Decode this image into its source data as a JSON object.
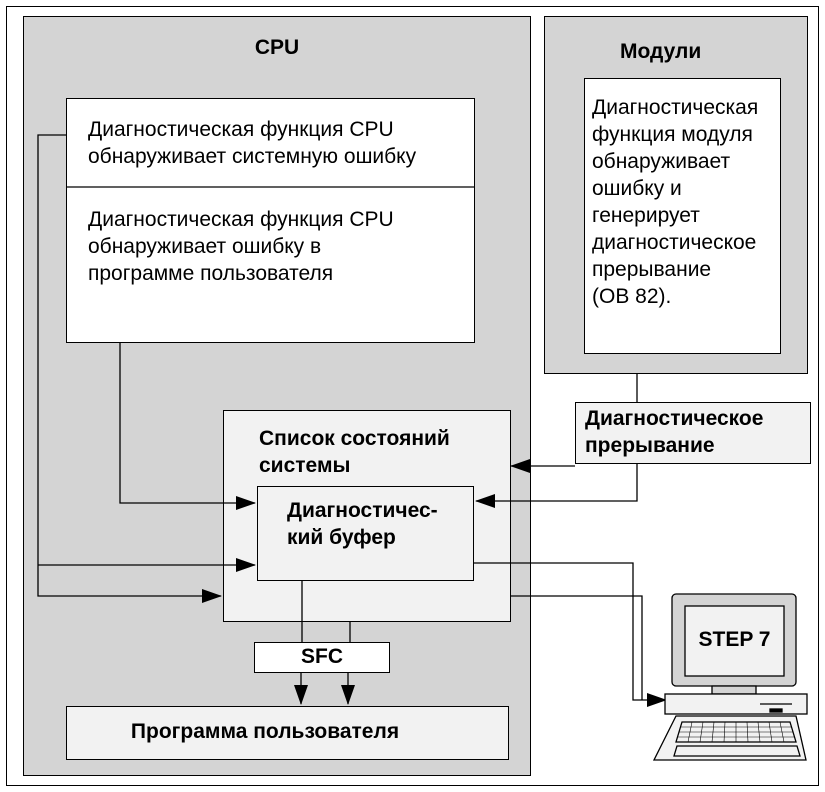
{
  "cpu": {
    "title": "CPU",
    "system_error_text": "Диагностическая функция CPU\nобнаруживает системную ошибку",
    "program_error_text": "Диагностическая функция CPU\nобнаруживает ошибку в\nпрограмме пользователя"
  },
  "modules": {
    "title": "Модули",
    "description": "Диагностическая\nфункция модуля\nобнаруживает\nошибку и\nгенерирует\nдиагностическое\nпрерывание\n(OB 82)."
  },
  "diagnostic_interrupt_label": "Диагностическое\nпрерывание",
  "system_status_list_label": "Список состояний\nсистемы",
  "diagnostic_buffer_label": "Диагностичес-\nкий буфер",
  "sfc_label": "SFC",
  "user_program_label": "Программа пользователя",
  "pg_label": "STEP 7",
  "colors": {
    "panel": "#d4d4d4",
    "box": "#f2f2f2",
    "line": "#000000"
  }
}
